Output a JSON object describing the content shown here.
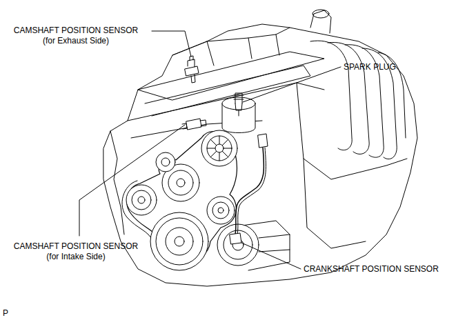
{
  "diagram": {
    "labels": [
      "CAMSHAFT POSITION SENSOR (for Exhaust Side)",
      "SPARK PLUG",
      "CAMSHAFT POSITION SENSOR (for Intake Side)",
      "CRANKSHAFT POSITION SENSOR",
      "P"
    ]
  }
}
